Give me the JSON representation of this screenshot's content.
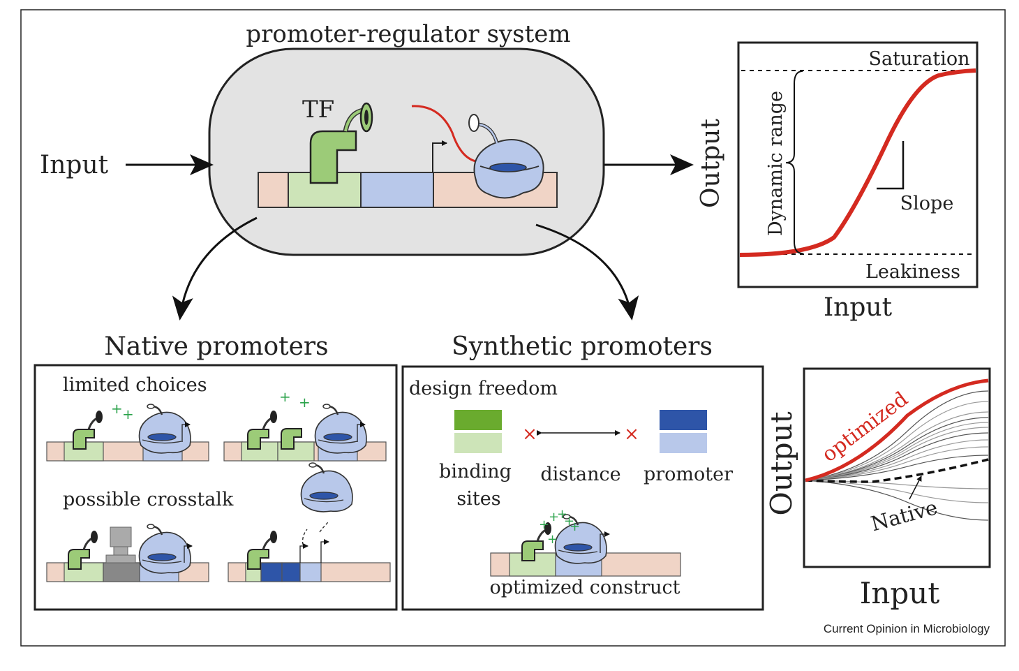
{
  "top": {
    "system_title": "promoter-regulator system",
    "input_label": "Input",
    "tf_label": "TF"
  },
  "response_curve": {
    "saturation": "Saturation",
    "leakiness": "Leakiness",
    "dynamic_range": "Dynamic range",
    "slope": "Slope",
    "ylabel": "Output",
    "xlabel": "Input"
  },
  "native": {
    "title": "Native promoters",
    "limited_choices": "limited choices",
    "possible_crosstalk": "possible crosstalk"
  },
  "synthetic": {
    "title": "Synthetic promoters",
    "design_freedom": "design freedom",
    "binding_label": "binding",
    "sites_label": "sites",
    "distance_label": "distance",
    "promoter_label": "promoter",
    "construct_label": "optimized construct"
  },
  "compare_plot": {
    "optimized": "optimized",
    "native": "Native",
    "ylabel": "Output",
    "xlabel": "Input"
  },
  "footer": {
    "source": "Current Opinion in Microbiology"
  },
  "colors": {
    "red": "#d42a20",
    "tf_green": "#9ccb78",
    "light_green": "#cde4b8",
    "dark_green": "#6aab2e",
    "light_blue": "#b8c8ea",
    "dark_blue": "#2e55a8",
    "pink": "#f0d4c6",
    "cell_gray": "#e3e3e3"
  }
}
